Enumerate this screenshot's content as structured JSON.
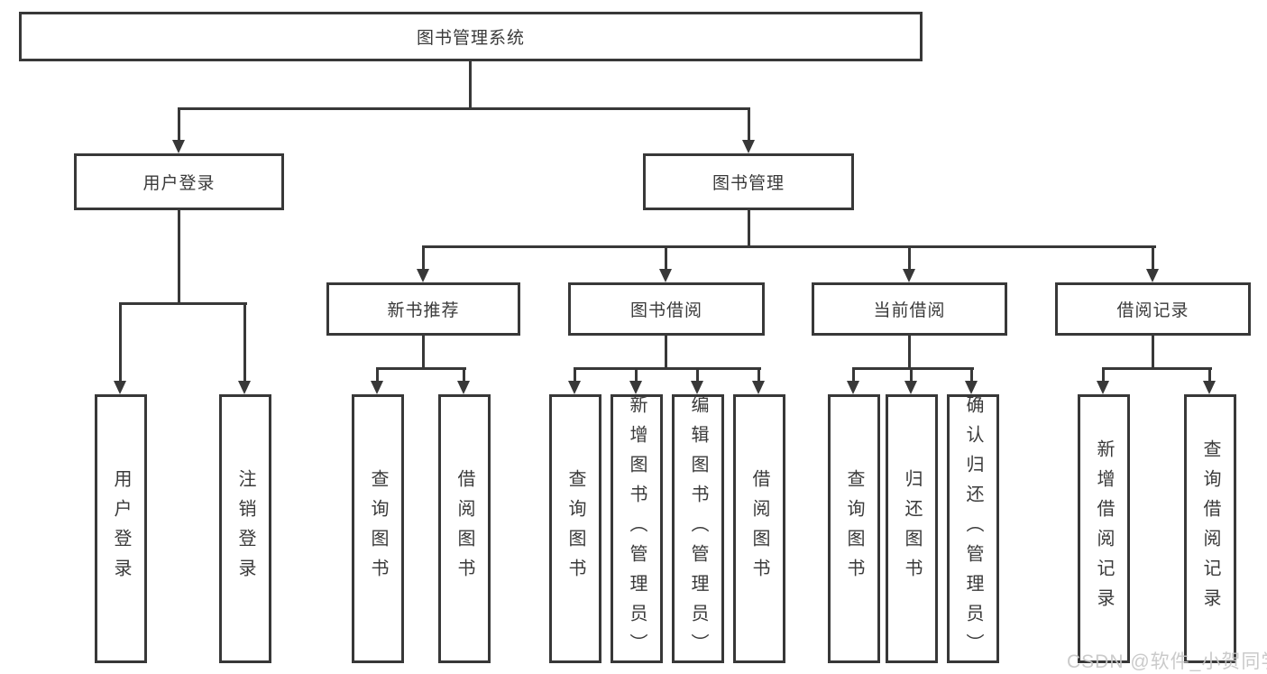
{
  "diagram": {
    "title": "图书管理系统",
    "branches": [
      {
        "label": "用户登录",
        "children": [
          {
            "label": "用户登录"
          },
          {
            "label": "注销登录"
          }
        ]
      },
      {
        "label": "图书管理",
        "groups": [
          {
            "label": "新书推荐",
            "children": [
              {
                "label": "查询图书"
              },
              {
                "label": "借阅图书"
              }
            ]
          },
          {
            "label": "图书借阅",
            "children": [
              {
                "label": "查询图书"
              },
              {
                "label": "新增图书（管理员）"
              },
              {
                "label": "编辑图书（管理员）"
              },
              {
                "label": "借阅图书"
              }
            ]
          },
          {
            "label": "当前借阅",
            "children": [
              {
                "label": "查询图书"
              },
              {
                "label": "归还图书"
              },
              {
                "label": "确认归还（管理员）"
              }
            ]
          },
          {
            "label": "借阅记录",
            "children": [
              {
                "label": "新增借阅记录"
              },
              {
                "label": "查询借阅记录"
              }
            ]
          }
        ]
      }
    ]
  },
  "watermark": {
    "text": "CSDN @软件_小贺同学"
  },
  "colors": {
    "line": "#383838",
    "text": "#3a3a3a",
    "watermark": "#c6c6c6",
    "background": "#ffffff"
  }
}
